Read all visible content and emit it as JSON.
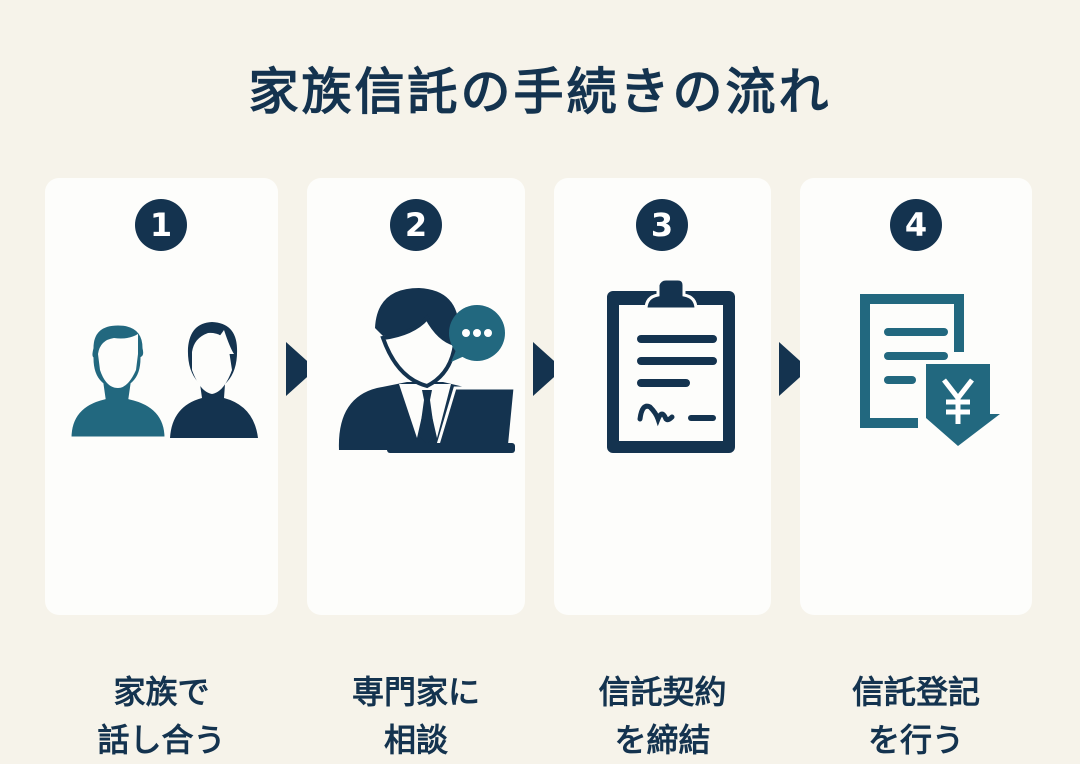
{
  "title": "家族信託の手続きの流れ",
  "colors": {
    "navy": "#14334f",
    "teal": "#22687f",
    "background": "#f6f3ea"
  },
  "steps": [
    {
      "number": "1",
      "line1": "家族で",
      "line2": "話し合う",
      "icon": "family-icon"
    },
    {
      "number": "2",
      "line1": "専門家に",
      "line2": "相談",
      "icon": "consultant-icon"
    },
    {
      "number": "3",
      "line1": "信託契約",
      "line2": "を締結",
      "icon": "clipboard-contract-icon"
    },
    {
      "number": "4",
      "line1": "信託登記",
      "line2": "を行う",
      "icon": "document-yen-icon"
    }
  ]
}
